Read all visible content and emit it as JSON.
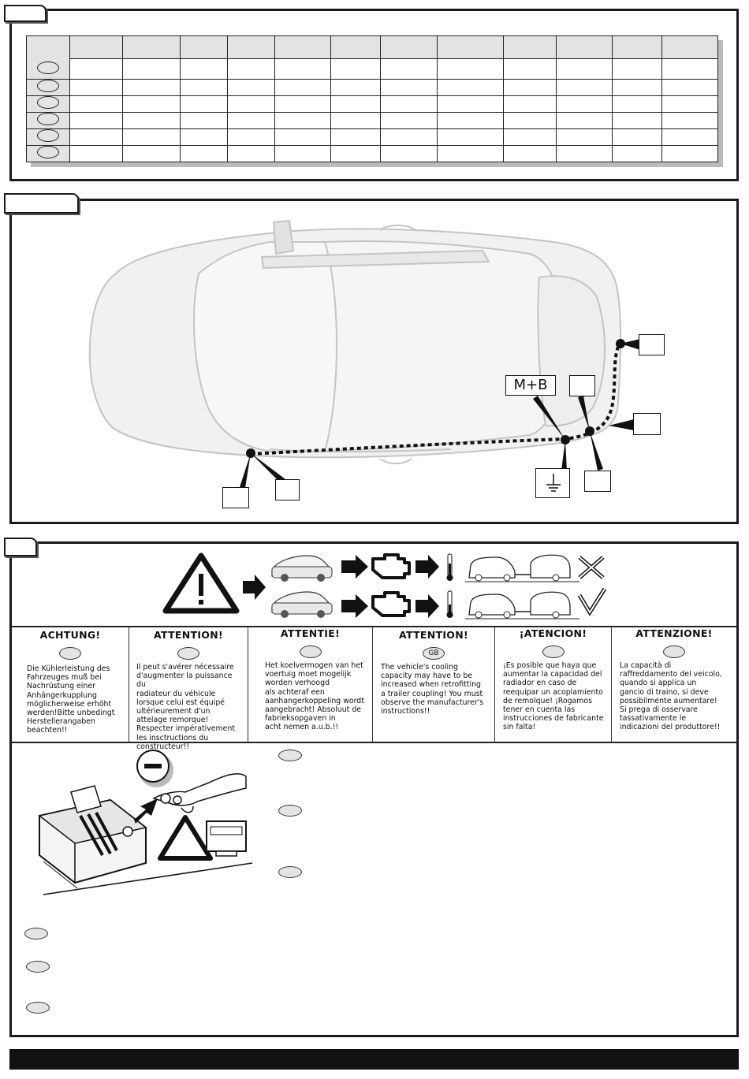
{
  "diagram_labels": {
    "mb": "M+B"
  },
  "notices": [
    {
      "id": "de",
      "title": "ACHTUNG!",
      "code": "",
      "lines": [
        "Die Kühlerleistung des",
        "Fahrzeuges muß bei",
        "Nachrüstung einer",
        "Anhängerkupplung",
        "möglicherweise erhöht",
        "werden!Bitte unbedingt",
        "Herstellerangaben",
        "beachten!!"
      ]
    },
    {
      "id": "fr",
      "title": "ATTENTION!",
      "code": "",
      "lines": [
        "Il peut s'avérer nécessaire",
        "d'augmenter la puissance du",
        "radiateur du véhicule",
        "lorsque celui est équipé",
        "ultérieurement d'un",
        "attelage remorque!",
        "Respecter impérativement",
        "les insctructions du",
        "constructeur!!"
      ]
    },
    {
      "id": "nl",
      "title": "ATTENTIE!",
      "code": "",
      "lines": [
        "Het koelvermogen van het",
        "voertuig moet mogelijk",
        "worden verhoogd",
        "als achteraf een",
        "aanhangerkoppeling wordt",
        "aangebracht! Absoluut de",
        "fabrieksopgaven in",
        "acht nemen a.u.b.!!"
      ]
    },
    {
      "id": "gb",
      "title": "ATTENTION!",
      "code": "GB",
      "lines": [
        "The vehicle's cooling",
        "capacity may have to be",
        "increased when retrofitting",
        "a trailer coupling! You must",
        "observe the manufacturer's",
        "instructions!!"
      ]
    },
    {
      "id": "es",
      "title": "¡ATENCION!",
      "code": "",
      "lines": [
        "¡Es posible que haya que",
        "aumentar la capacidad del",
        "radiador en caso de",
        "reequipar un acoplamiento",
        "de remolque! ¡Rogamos",
        "tener en cuenta las",
        "instrucciones de fabricante",
        "sin falta!"
      ]
    },
    {
      "id": "it",
      "title": "ATTENZIONE!",
      "code": "",
      "lines": [
        "La capacità di",
        "raffreddamento del veicolo,",
        "quando si applica un",
        "gancio di traino, si deve",
        "possibilmente aumentare!",
        "Si prega di osservare",
        "tassativamente le",
        "indicazioni del produttore!!"
      ]
    }
  ]
}
